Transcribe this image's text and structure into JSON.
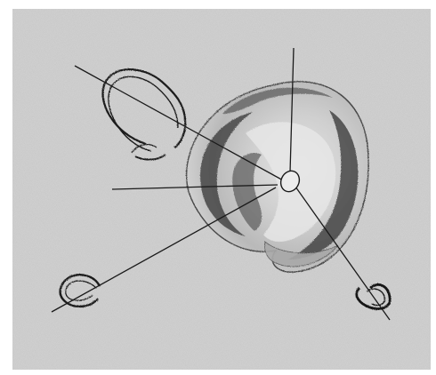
{
  "figure": {
    "background_color": "#d6d6d6",
    "frame_color": "#ffffff",
    "ink_color": "#1a1a1a",
    "shading_dark": "#3a3a3a",
    "shading_mid": "#6e6e6e",
    "shading_light": "#a8a8a8",
    "elements": [
      "ring-disc-illustration",
      "ring-fragment-top-left",
      "ring-fragment-bottom-left",
      "ring-fragment-bottom-right",
      "pointer-lines",
      "central-hub"
    ]
  }
}
